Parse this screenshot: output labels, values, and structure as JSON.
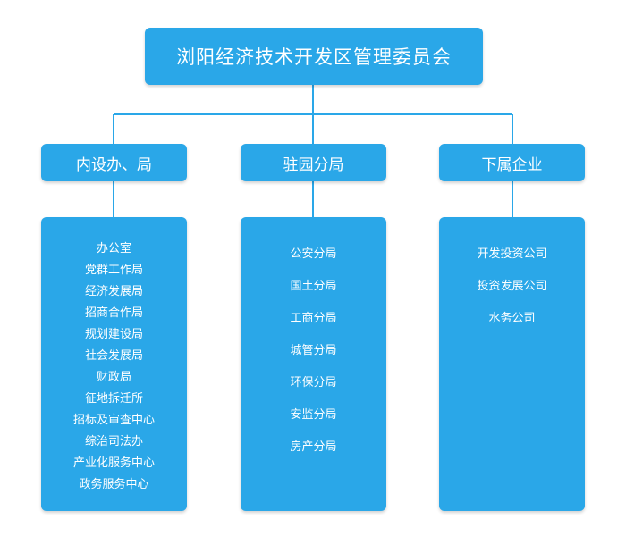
{
  "colors": {
    "box": "#2aa7e8",
    "line": "#2aa7e8",
    "text": "#ffffff"
  },
  "root": {
    "title": "浏阳经济技术开发区管理委员会"
  },
  "categories": [
    {
      "title": "内设办、局",
      "items": [
        "办公室",
        "党群工作局",
        "经济发展局",
        "招商合作局",
        "规划建设局",
        "社会发展局",
        "财政局",
        "征地拆迁所",
        "招标及审查中心",
        "综治司法办",
        "产业化服务中心",
        "政务服务中心"
      ]
    },
    {
      "title": "驻园分局",
      "items": [
        "公安分局",
        "国土分局",
        "工商分局",
        "城管分局",
        "环保分局",
        "安监分局",
        "房产分局"
      ]
    },
    {
      "title": "下属企业",
      "items": [
        "开发投资公司",
        "投资发展公司",
        "水务公司"
      ]
    }
  ]
}
